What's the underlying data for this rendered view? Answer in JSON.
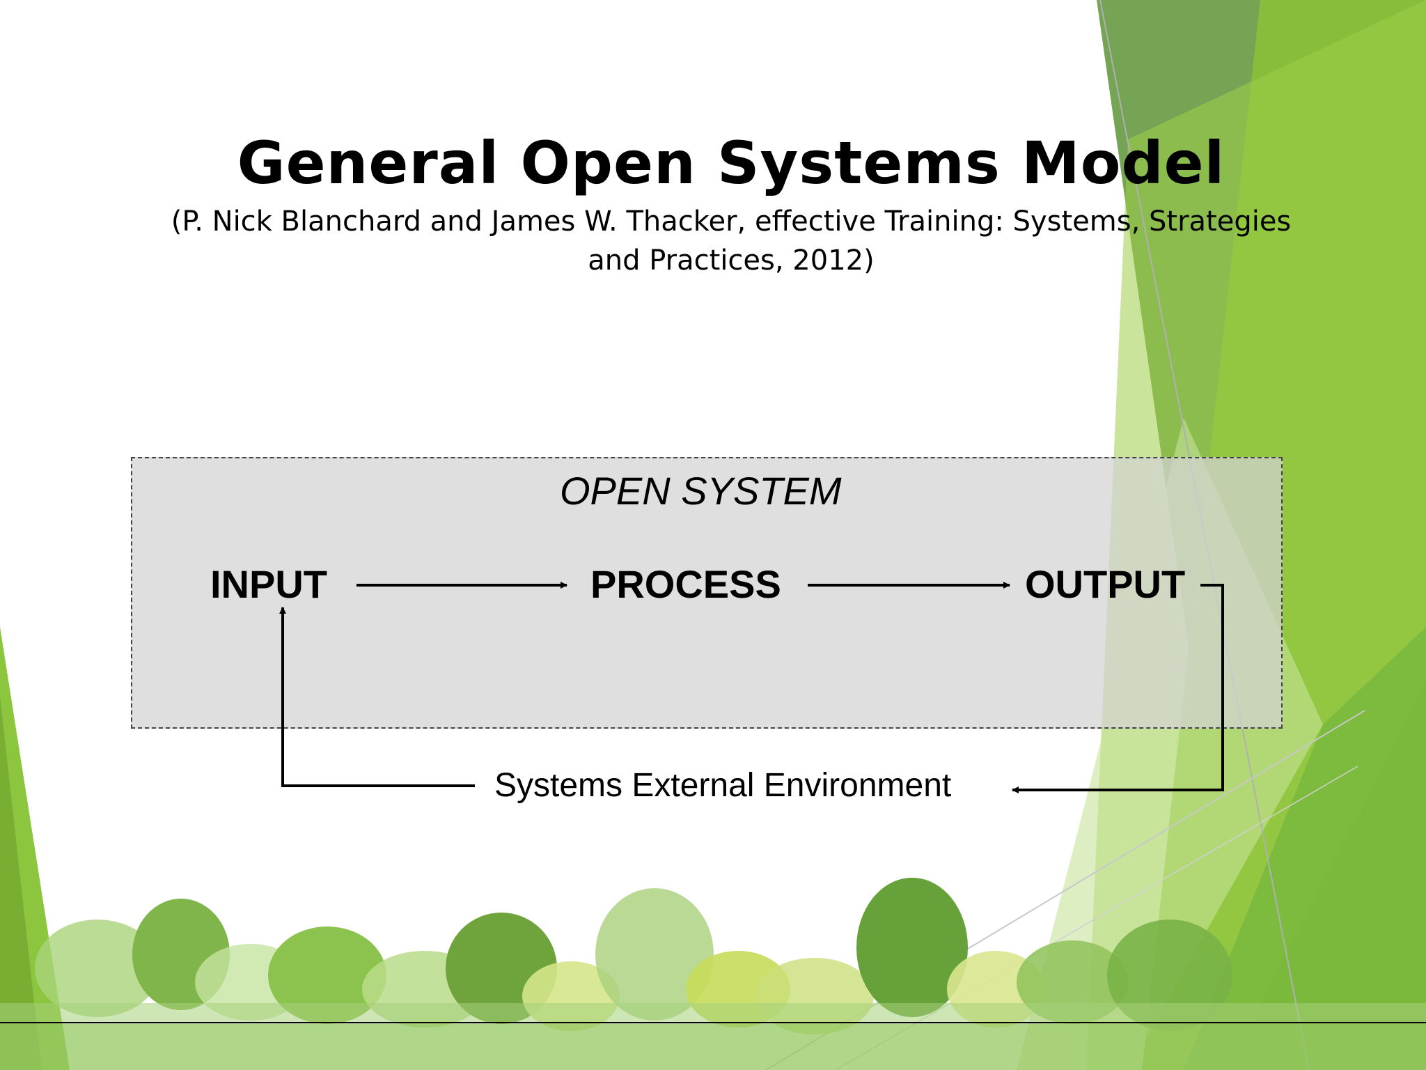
{
  "slide": {
    "title": "General Open Systems Model",
    "subtitle_line1": "(P. Nick Blanchard and  James W. Thacker, effective Training: Systems, Strategies",
    "subtitle_line2": "and Practices, 2012)"
  },
  "diagram": {
    "container_label": "OPEN  SYSTEM",
    "nodes": {
      "input": "INPUT",
      "process": "PROCESS",
      "output": "OUTPUT"
    },
    "environment_label": "Systems External Environment"
  },
  "theme": {
    "accent_dark": "#5f9a3a",
    "accent_mid": "#8cc63f",
    "accent_light": "#b7dc7a",
    "box_fill": "#dcdcdc"
  }
}
